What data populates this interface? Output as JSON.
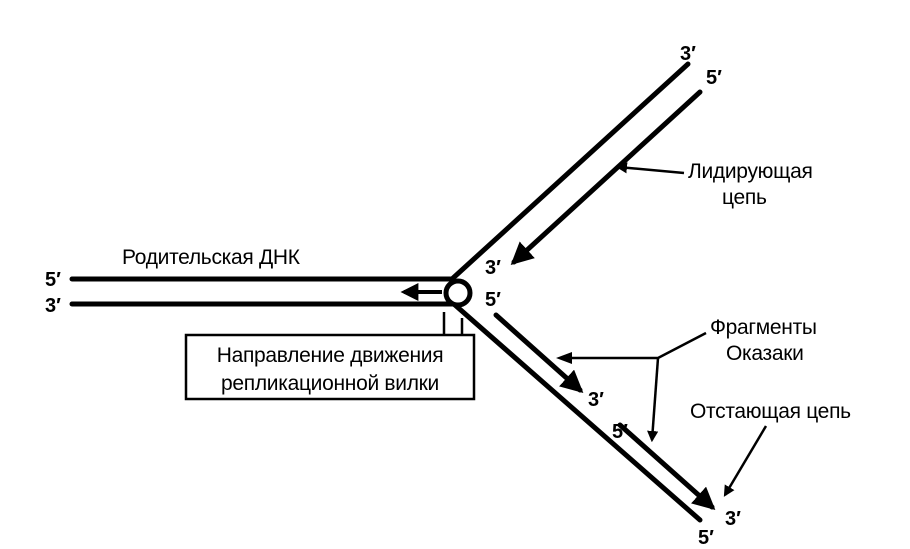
{
  "labels": {
    "parent": "Родительская ДНК",
    "leading_1": "Лидирующая",
    "leading_2": "цепь",
    "okazaki_1": "Фрагменты",
    "okazaki_2": "Оказаки",
    "lagging": "Отстающая цепь",
    "fork_1": "Направление движения",
    "fork_2": "репликационной вилки"
  },
  "ends": {
    "prime5": "5′",
    "prime3": "3′"
  }
}
